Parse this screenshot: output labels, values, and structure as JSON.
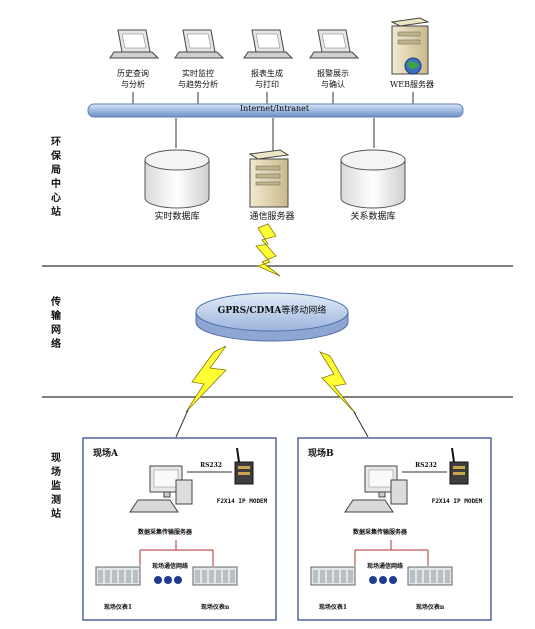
{
  "side_labels": {
    "env_center": "环保局中心站",
    "transmission": "传输网络",
    "field_station": "现场监测站"
  },
  "clients": [
    {
      "line1": "历史查询",
      "line2": "与分析"
    },
    {
      "line1": "实时监控",
      "line2": "与趋势分析"
    },
    {
      "line1": "报表生成",
      "line2": "与打印"
    },
    {
      "line1": "报警展示",
      "line2": "与确认"
    }
  ],
  "web_server": "WEB服务器",
  "bus": "Internet/Intranet",
  "servers": {
    "realtime_db": "实时数据库",
    "comm_server": "通信服务器",
    "relational_db": "关系数据库"
  },
  "cloud": {
    "bold_part": "GPRS/CDMA",
    "rest": "等移动网络"
  },
  "sites": [
    {
      "title": "现场A",
      "rs232": "RS232",
      "modem": "F2X14 IP MODEM",
      "server": "数据采集传输服务器",
      "network": "现场通信网络",
      "meter1": "现场仪表1",
      "meterN": "现场仪表n"
    },
    {
      "title": "现场B",
      "rs232": "RS232",
      "modem": "F2X14 IP MODEM",
      "server": "数据采集传输服务器",
      "network": "现场通信网络",
      "meter1": "现场仪表1",
      "meterN": "现场仪表n"
    }
  ],
  "colors": {
    "bus": "#a9c3e6",
    "cloud": "#c7d6ee",
    "lightning": "#ffff33",
    "frame": "#2b3c8a"
  }
}
